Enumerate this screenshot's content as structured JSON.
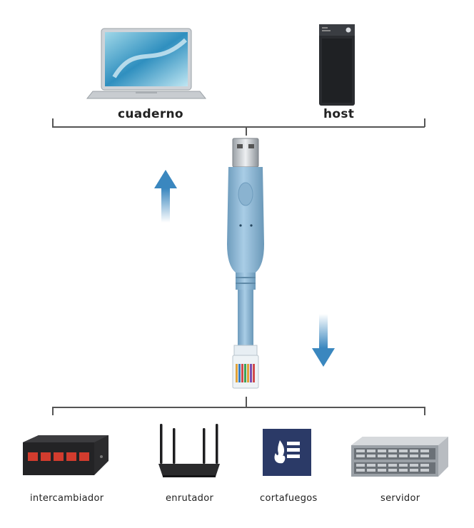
{
  "top_devices": [
    {
      "key": "laptop",
      "label": "cuaderno",
      "icon": "laptop-icon"
    },
    {
      "key": "host",
      "label": "host",
      "icon": "pc-tower-icon"
    }
  ],
  "bottom_devices": [
    {
      "key": "switch",
      "label": "intercambiador",
      "icon": "network-switch-icon"
    },
    {
      "key": "router",
      "label": "enrutador",
      "icon": "wifi-router-icon"
    },
    {
      "key": "firewall",
      "label": "cortafuegos",
      "icon": "firewall-icon"
    },
    {
      "key": "server",
      "label": "servidor",
      "icon": "rack-server-icon"
    }
  ],
  "cable": {
    "icon": "usb-to-rj45-console-cable-icon",
    "color": "#8fb7d4"
  },
  "arrows": {
    "up_icon": "arrow-up-icon",
    "down_icon": "arrow-down-icon",
    "color": "#3a87bf"
  },
  "colors": {
    "line": "#555555",
    "firewall_bg": "#2b3a67",
    "switch_port": "#d23c2e"
  }
}
